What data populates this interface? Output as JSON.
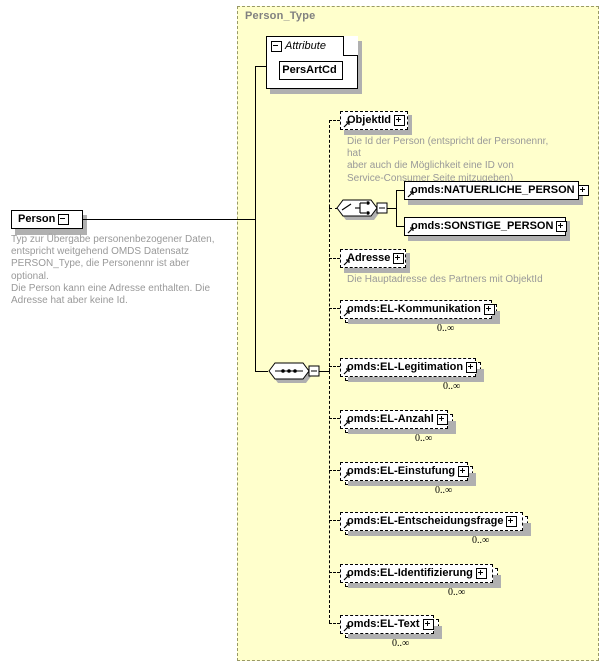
{
  "diagram": {
    "kind": "xml-schema-element-diagram",
    "root": {
      "label": "Person",
      "expander": "minus",
      "annotation": "Typ zur Übergabe personenbezogener Daten,\nentspricht weitgehend OMDS Datensatz\nPERSON_Type, die Personennr ist aber optional.\nDie Person kann eine Adresse enthalten. Die\nAdresse hat aber keine Id."
    },
    "type_container": {
      "title": "Person_Type",
      "background": "#ffffcc",
      "border_color": "#999966"
    },
    "attribute_group": {
      "label": "Attribute",
      "expander": "minus",
      "attributes": [
        {
          "label": "PersArtCd",
          "optional": false
        }
      ]
    },
    "compositors": [
      {
        "name": "sequence-compositor",
        "kind": "sequence",
        "expander": "minus"
      },
      {
        "name": "choice-compositor",
        "kind": "choice",
        "expander": "minus"
      }
    ],
    "elements": [
      {
        "label": "ObjektId",
        "optional": true,
        "repeated": false,
        "expander": "plus",
        "cardinality": "",
        "annotation": "Die Id der Person (entspricht der Personennr, hat\naber auch die Möglichkeit eine ID von\nService-Consumer Seite mitzugeben)"
      },
      {
        "label": "omds:NATUERLICHE_PERSON",
        "optional": false,
        "repeated": false,
        "expander": "plus",
        "cardinality": "",
        "annotation": ""
      },
      {
        "label": "omds:SONSTIGE_PERSON",
        "optional": false,
        "repeated": false,
        "expander": "plus",
        "cardinality": "",
        "annotation": ""
      },
      {
        "label": "Adresse",
        "optional": true,
        "repeated": false,
        "expander": "plus",
        "cardinality": "",
        "annotation": "Die Hauptadresse des Partners mit ObjektId"
      },
      {
        "label": "omds:EL-Kommunikation",
        "optional": true,
        "repeated": true,
        "expander": "plus",
        "cardinality": "0..∞",
        "annotation": ""
      },
      {
        "label": "omds:EL-Legitimation",
        "optional": true,
        "repeated": true,
        "expander": "plus",
        "cardinality": "0..∞",
        "annotation": ""
      },
      {
        "label": "omds:EL-Anzahl",
        "optional": true,
        "repeated": true,
        "expander": "plus",
        "cardinality": "0..∞",
        "annotation": ""
      },
      {
        "label": "omds:EL-Einstufung",
        "optional": true,
        "repeated": true,
        "expander": "plus",
        "cardinality": "0..∞",
        "annotation": ""
      },
      {
        "label": "omds:EL-Entscheidungsfrage",
        "optional": true,
        "repeated": true,
        "expander": "plus",
        "cardinality": "0..∞",
        "annotation": ""
      },
      {
        "label": "omds:EL-Identifizierung",
        "optional": true,
        "repeated": true,
        "expander": "plus",
        "cardinality": "0..∞",
        "annotation": ""
      },
      {
        "label": "omds:EL-Text",
        "optional": true,
        "repeated": true,
        "expander": "plus",
        "cardinality": "0..∞",
        "annotation": ""
      }
    ]
  }
}
